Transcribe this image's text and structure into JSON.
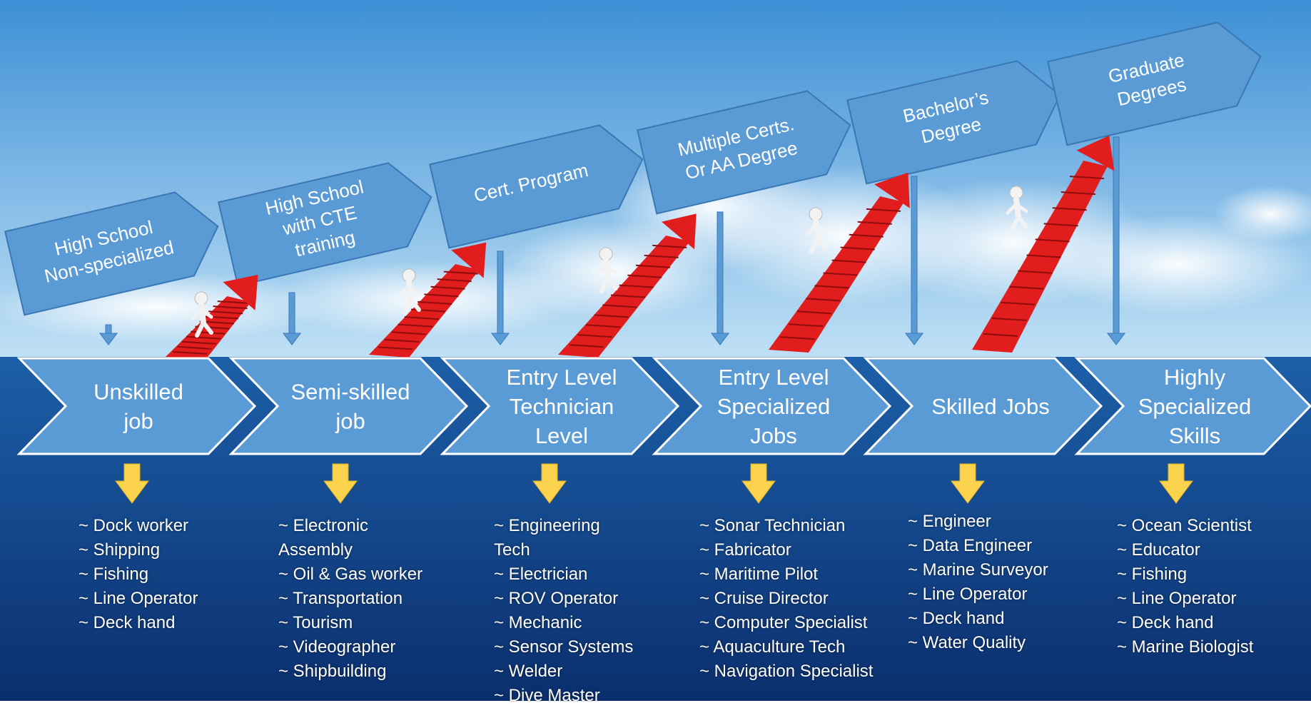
{
  "colors": {
    "sky_top": "#3d8fd6",
    "sky_bottom": "#bfe0f5",
    "sea_top": "#1c5fa8",
    "sea_bottom": "#0b2f6e",
    "shape_fill": "#5b9bd5",
    "shape_stroke": "#ffffff",
    "down_arrow": "#fcd34d",
    "stairs": "#e11d1d"
  },
  "education": [
    {
      "lines": [
        "High School",
        "Non-specialized"
      ]
    },
    {
      "lines": [
        "High School",
        "with CTE",
        "training"
      ]
    },
    {
      "lines": [
        "Cert. Program"
      ]
    },
    {
      "lines": [
        "Multiple Certs.",
        "Or AA Degree"
      ]
    },
    {
      "lines": [
        "Bachelor’s",
        "Degree"
      ]
    },
    {
      "lines": [
        "Graduate",
        "Degrees"
      ]
    }
  ],
  "stages": [
    {
      "lines": [
        "Unskilled",
        "job"
      ]
    },
    {
      "lines": [
        "Semi-skilled",
        "job"
      ]
    },
    {
      "lines": [
        "Entry Level",
        "Technician",
        "Level"
      ]
    },
    {
      "lines": [
        "Entry Level",
        "Specialized",
        "Jobs"
      ]
    },
    {
      "lines": [
        "Skilled Jobs"
      ]
    },
    {
      "lines": [
        "Highly",
        "Specialized",
        "Skills"
      ]
    }
  ],
  "jobs": [
    [
      "~ Dock worker",
      "~ Shipping",
      "~ Fishing",
      "~ Line Operator",
      "~ Deck hand"
    ],
    [
      "~ Electronic",
      "Assembly",
      "~ Oil & Gas worker",
      "~ Transportation",
      "~ Tourism",
      "~ Videographer",
      "~ Shipbuilding"
    ],
    [
      "~ Engineering",
      "Tech",
      "~ Electrician",
      "~ ROV Operator",
      "~ Mechanic",
      "~ Sensor Systems",
      "~ Welder",
      "~ Dive Master"
    ],
    [
      "~ Sonar Technician",
      "~ Fabricator",
      "~ Maritime Pilot",
      "~ Cruise Director",
      "~ Computer Specialist",
      "~ Aquaculture Tech",
      "~ Navigation Specialist"
    ],
    [
      "~ Engineer",
      "~ Data Engineer",
      "~ Marine Surveyor",
      "~ Line Operator",
      "~ Deck hand",
      "~ Water Quality"
    ],
    [
      "~ Ocean Scientist",
      "~ Educator",
      "~ Fishing",
      "~ Line Operator",
      "~ Deck hand",
      "~ Marine Biologist"
    ]
  ]
}
